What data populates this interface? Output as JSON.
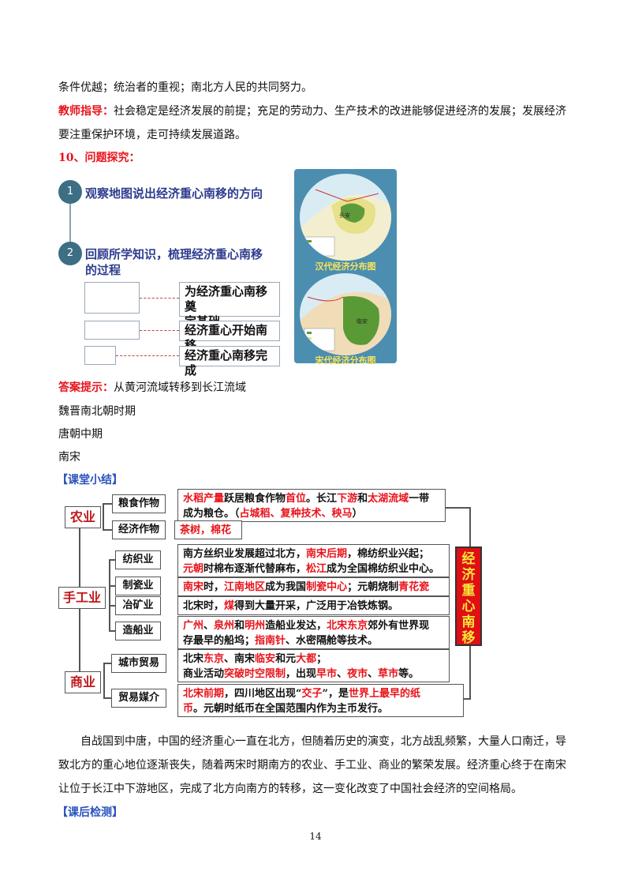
{
  "lines": {
    "l1": "条件优越；统治者的重视；南北方人民的共同努力。",
    "guide_label": "教师指导：",
    "guide_text": "社会稳定是经济发展的前提；充足的劳动力、生产技术的改进能够促进经济的发展；发展经济",
    "guide_text2": "要注重保护环境，走可持续发展道路。",
    "q10": "10、问题探究："
  },
  "question": {
    "q1_num": "1",
    "q1": "观察地图说出经济重心南移的方向",
    "q2_num": "2",
    "q2_a": "回顾所学知识，梳理经济重心南移",
    "q2_b": "的过程",
    "stage1_a": "为经济重心南移奠",
    "stage1_b": "定基础",
    "stage2": "经济重心开始南移",
    "stage3": "经济重心南移完成"
  },
  "maps": {
    "han_caption": "汉代经济分布图",
    "song_caption": "宋代经济分布图",
    "han_city": "长安",
    "song_city": "临安"
  },
  "answer": {
    "label": "答案提示：",
    "text": "从黄河流域转移到长江流域",
    "a1": "魏晋南北朝时期",
    "a2": "唐朝中期",
    "a3": "南宋"
  },
  "summary": {
    "heading": "【课堂小结】",
    "agri": "农业",
    "craft": "手工业",
    "commerce": "商业",
    "grain": "粮食作物",
    "cash": "经济作物",
    "textile": "纺织业",
    "porcelain": "制瓷业",
    "mining": "冶矿业",
    "shipbuild": "造船业",
    "citytrade": "城市贸易",
    "medium": "贸易媒介",
    "grain_t": {
      "a": "水稻产量",
      "b": "跃居粮食作物",
      "c": "首位",
      "d": "。长江",
      "e": "下游",
      "f": "和",
      "g": "太湖流域",
      "h": "一带",
      "i": "成为粮仓。（",
      "j": "占城稻、复种技术、秧马",
      "k": "）"
    },
    "cash_t": "茶树，棉花",
    "textile_t": {
      "a": "南方丝织业发展超过北方，",
      "b": "南宋后期",
      "c": "，棉纺织业兴起；",
      "d": "元朝",
      "e": "时棉布逐渐代替麻布，",
      "f": "松江",
      "g": "成为全国棉纺织业中心。"
    },
    "porcelain_t": {
      "a": "南宋",
      "b": "时，",
      "c": "江南地区",
      "d": "成为我国",
      "e": "制瓷中心",
      "f": "；元朝烧制",
      "g": "青花瓷"
    },
    "mining_t": {
      "a": "北宋时，",
      "b": "煤",
      "c": "得到大量开采，广泛用于冶铁炼钢。"
    },
    "ship_t": {
      "a": "广州",
      "b": "、",
      "c": "泉州",
      "d": "和",
      "e": "明州",
      "f": "造船业发达，",
      "g": "北宋东京",
      "h": "郊外有世界现",
      "i": "存最早的船坞；",
      "j": "指南针",
      "k": "、水密隔舱等技术。"
    },
    "city_t": {
      "a": "北宋",
      "b": "东京",
      "c": "、南宋",
      "d": "临安",
      "e": "和元",
      "f": "大都",
      "g": "；",
      "h": "商业活动",
      "i": "突破时空限制",
      "j": "，出现",
      "k": "早市",
      "l": "、",
      "m": "夜市",
      "n": "、",
      "o": "草市",
      "p": "等。"
    },
    "medium_t": {
      "a": "北宋前期",
      "b": "，四川地区出现“",
      "c": "交子",
      "d": "”，是",
      "e": "世界上最早的纸",
      "f": "币",
      "g": "。元朝时纸币在全国范围内作为主币发行。"
    },
    "sidebar": [
      "经",
      "济",
      "重",
      "心",
      "南",
      "移"
    ]
  },
  "para": {
    "p1": "自战国到中唐，中国的经济重心一直在北方，但随着历史的演变，北方战乱频繁，大量人口南迁，导",
    "p2": "致北方的重心地位逐渐丧失，随着两宋时期南方的农业、手工业、商业的繁荣发展。经济重心终于在南宋",
    "p3": "让位于长江中下游地区，完成了北方向南方的转移，这一变化改变了中国社会经济的空间格局。"
  },
  "after": "【课后检测】",
  "page_num": "14"
}
